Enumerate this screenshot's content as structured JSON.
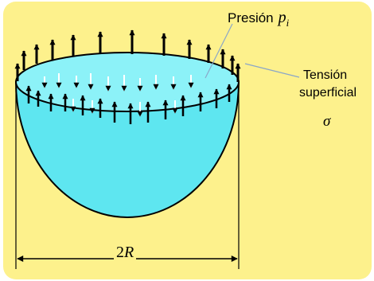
{
  "labels": {
    "pressure_text": "Presión",
    "pressure_symbol": "p",
    "pressure_subscript": "i",
    "tension_line1": "Tensión",
    "tension_line2": "superficial",
    "tension_symbol": "σ",
    "dimension_coefficient": "2",
    "dimension_variable": "R"
  },
  "colors": {
    "background": "#fdf18c",
    "liquid": "#5ee6f0",
    "liquid_surface": "#8cf2f8",
    "outline": "#000000",
    "leader_line": "#8aa6c8"
  },
  "arrows": {
    "outer_tension_count": 13,
    "inner_pressure_count": 28
  }
}
